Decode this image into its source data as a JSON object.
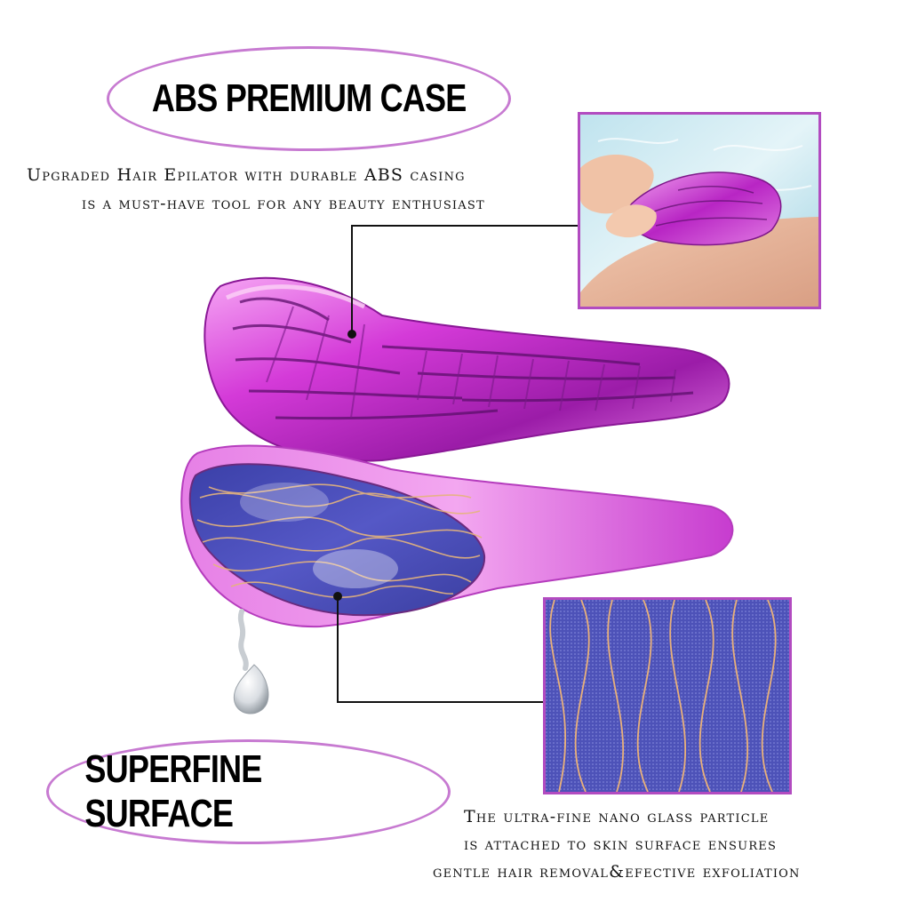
{
  "callouts": {
    "top": {
      "title": "ABS PREMIUM CASE",
      "line1": "Upgraded Hair Epilator with durable ABS casing",
      "line2": "is a must-have tool for any beauty enthusiast"
    },
    "bottom": {
      "title": "SUPERFINE SURFACE",
      "line1": "The ultra-fine nano glass particle",
      "line2": "is attached to skin surface ensures",
      "line3": "gentle hair removal&efective exfoliation"
    }
  },
  "colors": {
    "oval_border": "#c77ad1",
    "frame_border": "#b24bc0",
    "device_pink": "#d43ad8",
    "glass_blue": "#4a4fb8"
  }
}
